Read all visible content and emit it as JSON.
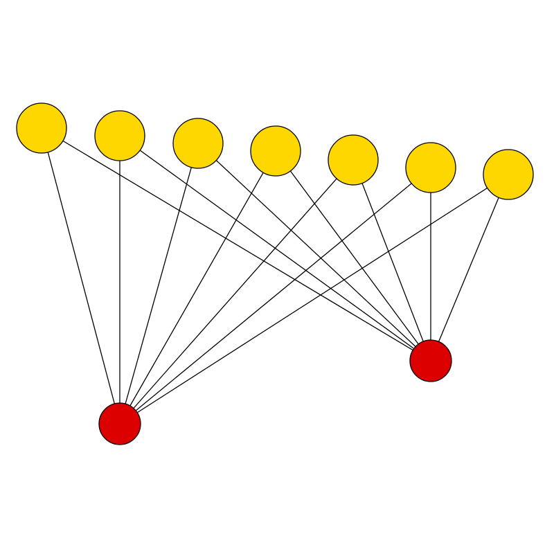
{
  "colors": {
    "background": "#ffffff",
    "partition_a_fill": "#FFD700",
    "partition_b_fill": "#DD0000",
    "edge_stroke": "#000000",
    "node_stroke": "#000000"
  },
  "graph": {
    "type": "complete-bipartite",
    "partition_a": {
      "node_count": 7,
      "fill": "yellow",
      "nodes": [
        "a1",
        "a2",
        "a3",
        "a4",
        "a5",
        "a6",
        "a7"
      ]
    },
    "partition_b": {
      "node_count": 2,
      "fill": "red",
      "nodes": [
        "b1",
        "b2"
      ]
    },
    "edges": [
      [
        "a1",
        "b1"
      ],
      [
        "a1",
        "b2"
      ],
      [
        "a2",
        "b1"
      ],
      [
        "a2",
        "b2"
      ],
      [
        "a3",
        "b1"
      ],
      [
        "a3",
        "b2"
      ],
      [
        "a4",
        "b1"
      ],
      [
        "a4",
        "b2"
      ],
      [
        "a5",
        "b1"
      ],
      [
        "a5",
        "b2"
      ],
      [
        "a6",
        "b1"
      ],
      [
        "a6",
        "b2"
      ],
      [
        "a7",
        "b1"
      ],
      [
        "a7",
        "b2"
      ]
    ]
  }
}
